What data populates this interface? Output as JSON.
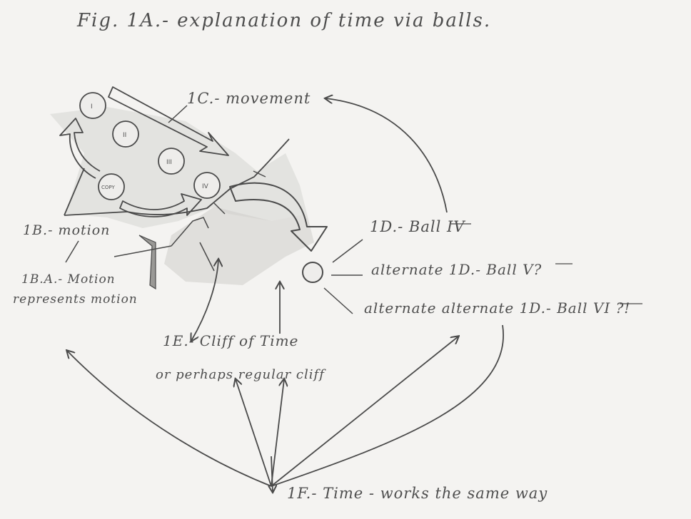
{
  "title": "Fig. 1A.- explanation of time via balls.",
  "labels": {
    "movement": "1C.- movement",
    "motion": "1B.- motion",
    "motion_represents_line1": "1B.A.- Motion",
    "motion_represents_line2": "represents motion",
    "ball_iv": "1D.- Ball IV",
    "alternate_ball_v": "alternate 1D.- Ball V?",
    "alternate_alternate_ball_vi": "alternate alternate 1D.- Ball VI ?!",
    "cliff_of_time": "1E.- Cliff of Time",
    "regular_cliff": "or perhaps regular cliff",
    "time_same_way": "1F.- Time - works the same way"
  },
  "balls": [
    {
      "id": "ball-1",
      "text": "I"
    },
    {
      "id": "ball-2",
      "text": "II"
    },
    {
      "id": "ball-3",
      "text": "III"
    },
    {
      "id": "ball-copy",
      "text": "COPY"
    },
    {
      "id": "ball-4",
      "text": "IV"
    }
  ],
  "colors": {
    "paper": "#f4f3f1",
    "pencil": "#4a4a4a",
    "shading": "#c9c8c6"
  }
}
